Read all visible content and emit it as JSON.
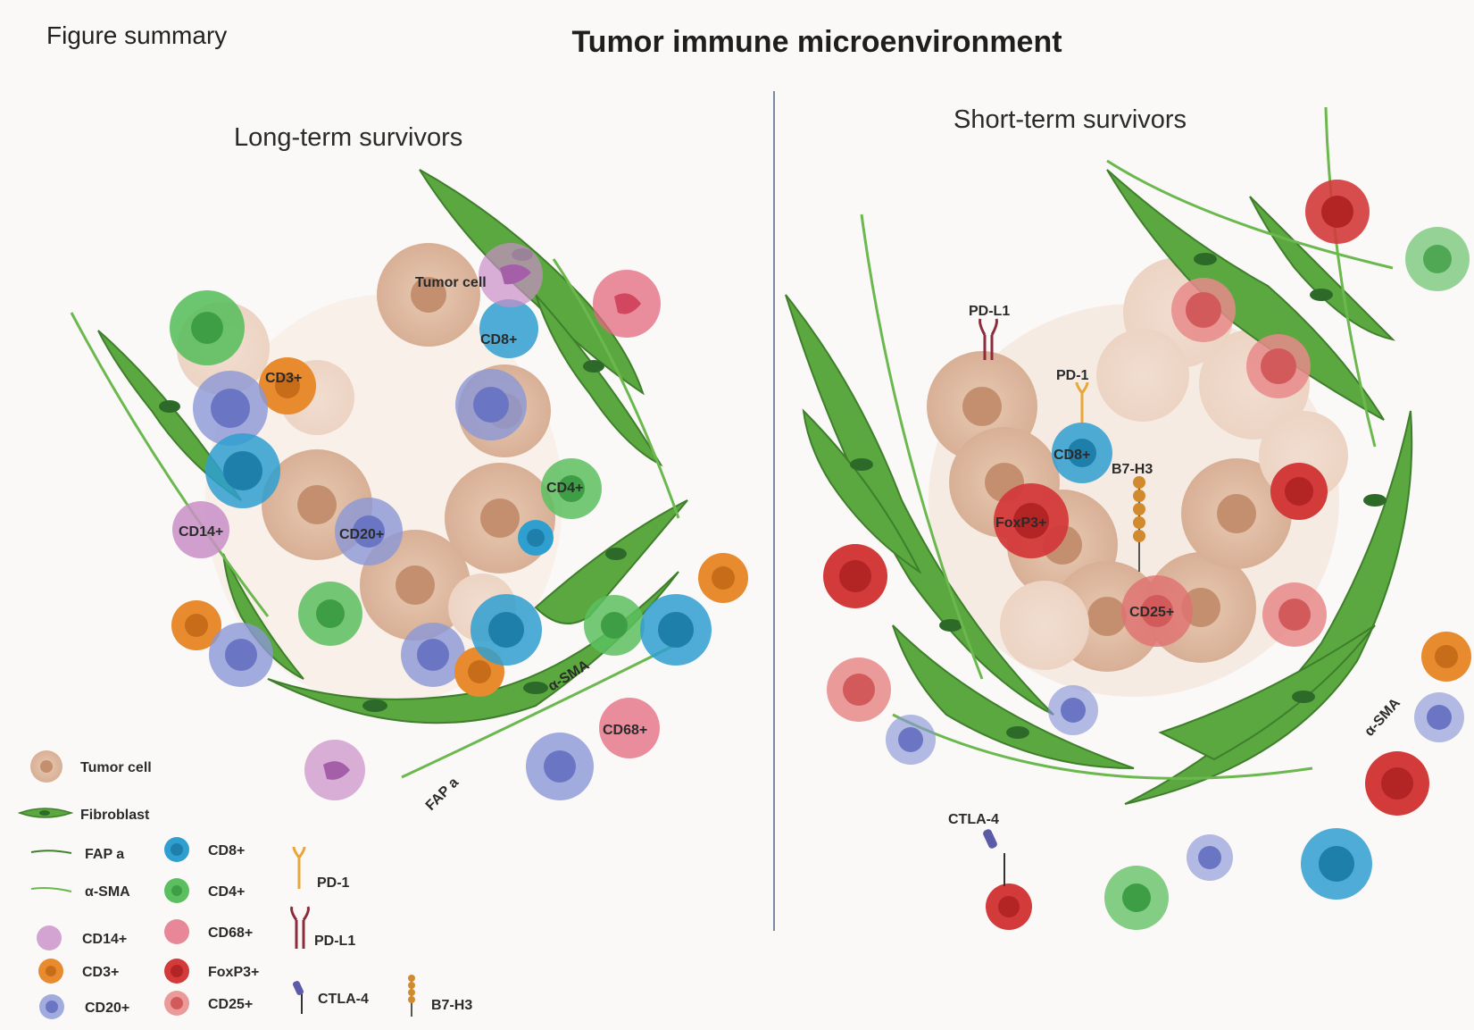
{
  "header": {
    "summary": "Figure summary",
    "title": "Tumor immune microenvironment"
  },
  "panels": {
    "long": {
      "title": "Long-term survivors"
    },
    "short": {
      "title": "Short-term survivors"
    }
  },
  "diagram_labels": {
    "tumor_cell": "Tumor cell",
    "cd8": "CD8+",
    "cd3": "CD3+",
    "cd4": "CD4+",
    "cd14": "CD14+",
    "cd20": "CD20+",
    "cd68": "CD68+",
    "asma": "α-SMA",
    "fap": "FAP a",
    "pdl1": "PD-L1",
    "pd1": "PD-1",
    "b7h3": "B7-H3",
    "foxp3": "FoxP3+",
    "cd25": "CD25+",
    "ctla4": "CTLA-4"
  },
  "legend": [
    {
      "label": "Tumor cell",
      "icon": "tumor-cell-icon"
    },
    {
      "label": "Fibroblast",
      "icon": "fibroblast-icon"
    },
    {
      "label": "FAP a",
      "icon": "fap-a-icon"
    },
    {
      "label": "α-SMA",
      "icon": "alpha-sma-icon"
    },
    {
      "label": "CD14+",
      "icon": "cd14-icon"
    },
    {
      "label": "CD3+",
      "icon": "cd3-icon"
    },
    {
      "label": "CD20+",
      "icon": "cd20-icon"
    },
    {
      "label": "CD8+",
      "icon": "cd8-icon"
    },
    {
      "label": "CD4+",
      "icon": "cd4-icon"
    },
    {
      "label": "CD68+",
      "icon": "cd68-icon"
    },
    {
      "label": "FoxP3+",
      "icon": "foxp3-icon"
    },
    {
      "label": "CD25+",
      "icon": "cd25-icon"
    },
    {
      "label": "PD-1",
      "icon": "pd1-icon"
    },
    {
      "label": "PD-L1",
      "icon": "pdl1-icon"
    },
    {
      "label": "CTLA-4",
      "icon": "ctla4-icon"
    },
    {
      "label": "B7-H3",
      "icon": "b7h3-icon"
    }
  ],
  "colors": {
    "tumor": "#d9b39a",
    "fibroblast": "#5aa83f",
    "cd8": "#2f9fd0",
    "cd4": "#5cbf5f",
    "cd3": "#e88a2e",
    "cd14": "#c98fc7",
    "cd20": "#8b97d6",
    "cd68": "#e36a7e",
    "foxp3": "#d33a3a",
    "cd25": "#e88a8a",
    "pd1": "#e8a73a",
    "pdl1": "#8c2b3b",
    "ctla4": "#5b5ba8",
    "b7h3": "#d28a2e",
    "divider": "#7d8aa6"
  }
}
